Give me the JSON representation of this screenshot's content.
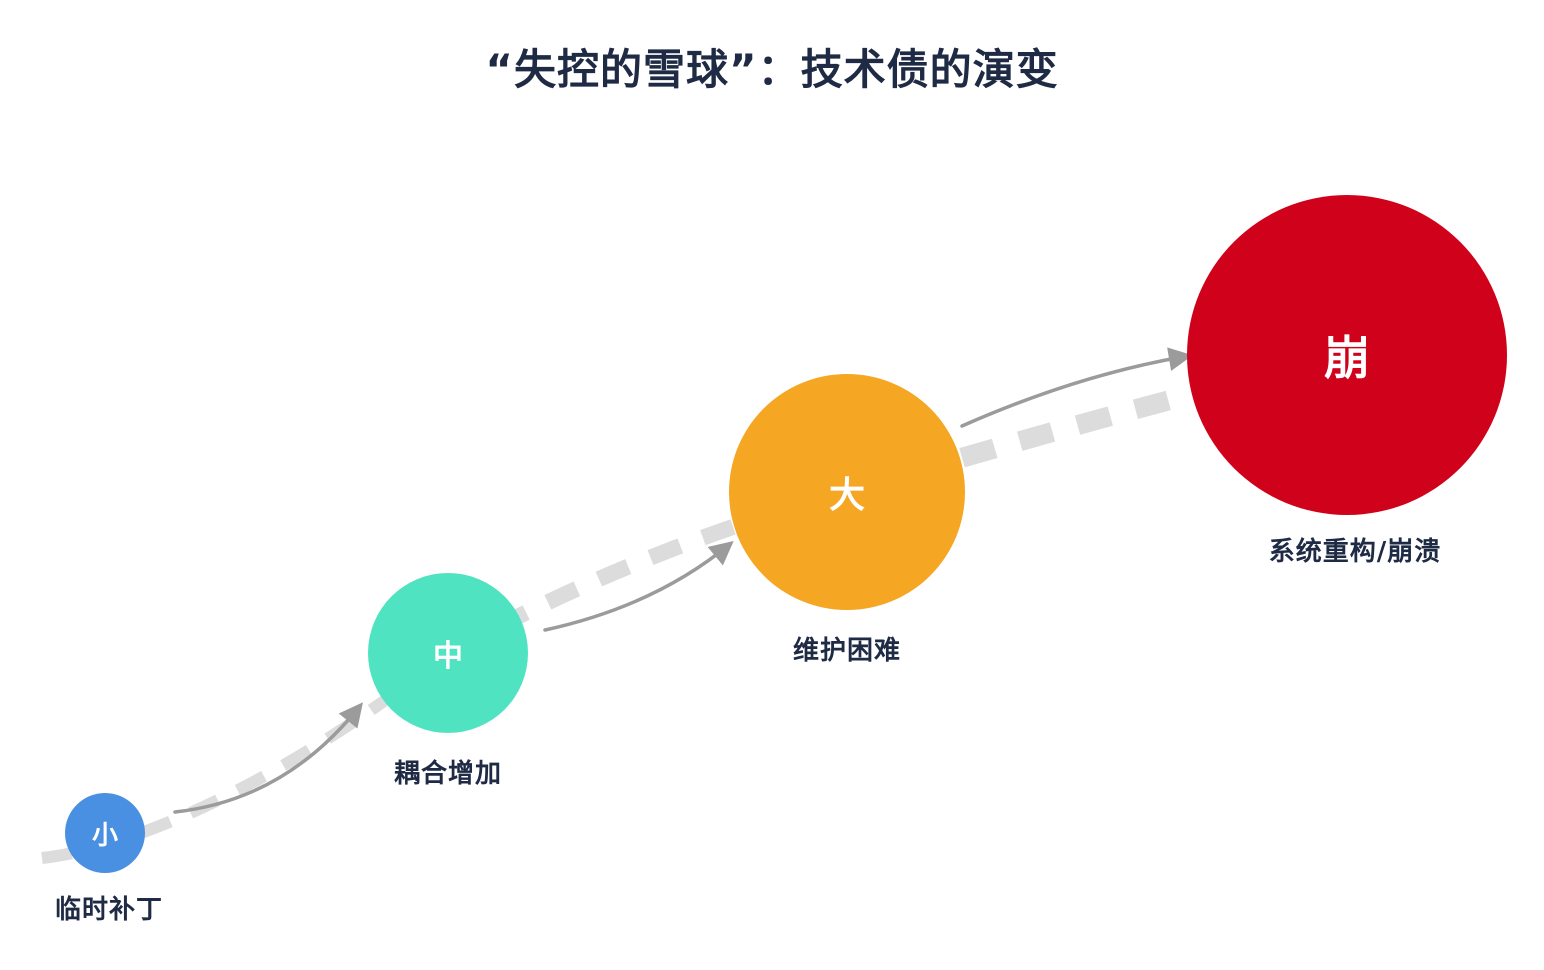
{
  "title": "“失控的雪球”：技术债的演变",
  "stages": [
    {
      "label": "小",
      "caption": "临时补丁",
      "color": "#4a90e2"
    },
    {
      "label": "中",
      "caption": "耦合增加",
      "color": "#50e3c2"
    },
    {
      "label": "大",
      "caption": "维护困难",
      "color": "#f5a623"
    },
    {
      "label": "崩",
      "caption": "系统重构/崩溃",
      "color": "#d0021b"
    }
  ],
  "colors": {
    "title_text": "#1f2a44",
    "caption_text": "#1f2a44",
    "dashed_line": "#dcdcdc",
    "arrow": "#9b9b9b",
    "background": "#ffffff"
  }
}
